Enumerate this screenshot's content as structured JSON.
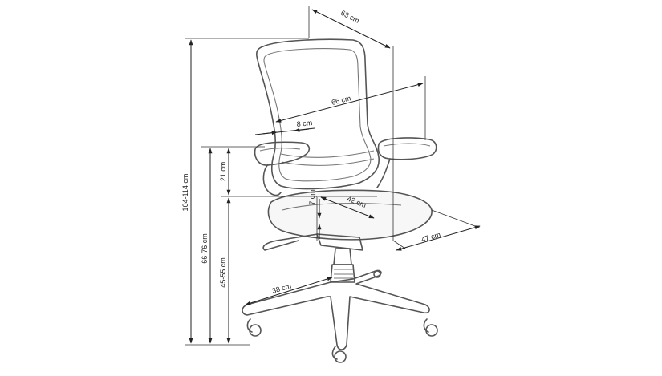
{
  "dimensions": {
    "depth_top": "63 cm",
    "width_arms": "66 cm",
    "arm_width": "8 cm",
    "total_height": "104-114 cm",
    "arm_height": "66-76 cm",
    "seat_height": "45-55 cm",
    "arm_above_seat": "21 cm",
    "seat_thickness": "7 cm",
    "seat_width": "42 cm",
    "seat_depth": "47 cm",
    "base_radius": "38 cm"
  }
}
